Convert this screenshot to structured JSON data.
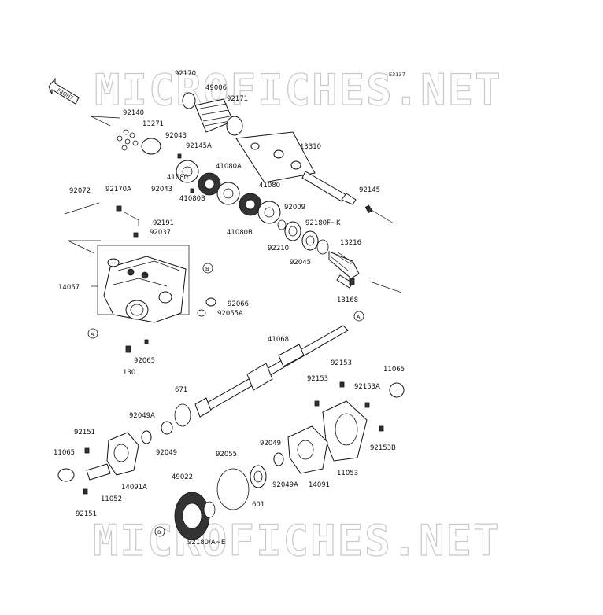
{
  "diagram": {
    "code": "E3137",
    "front_label": "FRONT",
    "watermark": "MICROFICHES.NET",
    "callouts": [
      "A",
      "B"
    ],
    "labels": {
      "p92170": "92170",
      "p49006": "49006",
      "p92171": "92171",
      "p92140": "92140",
      "p13271": "13271",
      "p92043a": "92043",
      "p92145A": "92145A",
      "p13310": "13310",
      "p41080A": "41080A",
      "p41080a": "41080",
      "p92043b": "92043",
      "p41080c": "41080",
      "p41080B_a": "41080B",
      "p41080B_b": "41080B",
      "p92009": "92009",
      "p92180FK": "92180F~K",
      "p92145": "92145",
      "p92072": "92072",
      "p92170A": "92170A",
      "p92191": "92191",
      "p92037": "92037",
      "p92210": "92210",
      "p92045": "92045",
      "p13216": "13216",
      "p14057": "14057",
      "p13168": "13168",
      "p92066": "92066",
      "p92055A": "92055A",
      "p41068": "41068",
      "p130": "130",
      "p92065": "92065",
      "p92153": "92153",
      "p11065a": "11065",
      "p92153b": "92153",
      "p92153A": "92153A",
      "p671": "671",
      "p92049A_a": "92049A",
      "p92151a": "92151",
      "p11065b": "11065",
      "p92049a": "92049",
      "p92049b": "92049",
      "p92055": "92055",
      "p14091A": "14091A",
      "p11052": "11052",
      "p92049A_b": "92049A",
      "p14091": "14091",
      "p92153B": "92153B",
      "p11053": "11053",
      "p49022": "49022",
      "p601": "601",
      "p92151b": "92151",
      "p92180AE": "92180/A~E"
    }
  }
}
